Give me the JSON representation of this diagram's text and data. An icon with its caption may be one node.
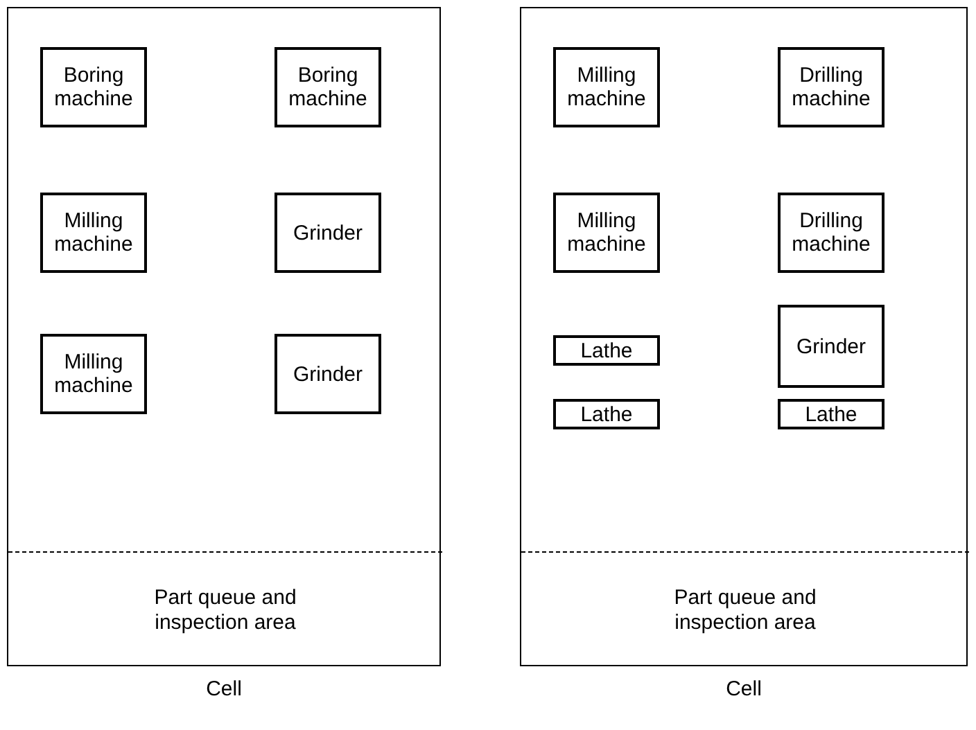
{
  "diagram": {
    "nodes": [
      {
        "text": [
          "Cell"
        ]
      },
      {
        "text": [
          "Boring machine"
        ],
        "in": 0
      },
      {
        "text": [
          "Boring machine"
        ],
        "in": 0
      },
      {
        "text": [
          "Milling machine"
        ],
        "in": 0
      },
      {
        "text": [
          "Grinder"
        ],
        "in": 0
      },
      {
        "text": [
          "Milling machine"
        ],
        "in": 0
      },
      {
        "text": [
          "Grinder"
        ],
        "in": 0
      },
      {
        "text": [
          "Part queue and inspection area"
        ],
        "in": 0
      },
      {
        "text": [
          "Cell"
        ]
      },
      {
        "text": [
          "Milling machine"
        ],
        "in": 8
      },
      {
        "text": [
          "Drilling machine"
        ],
        "in": 8
      },
      {
        "text": [
          "Milling machine"
        ],
        "in": 8
      },
      {
        "text": [
          "Drilling machine"
        ],
        "in": 8
      },
      {
        "text": [
          "Lathe"
        ],
        "in": 8
      },
      {
        "text": [
          "Grinder"
        ],
        "in": 8
      },
      {
        "text": [
          "Lathe"
        ],
        "in": 8
      },
      {
        "text": [
          "Lathe"
        ],
        "in": 8
      },
      {
        "text": [
          "Part queue and inspection area"
        ],
        "in": 8
      }
    ]
  }
}
